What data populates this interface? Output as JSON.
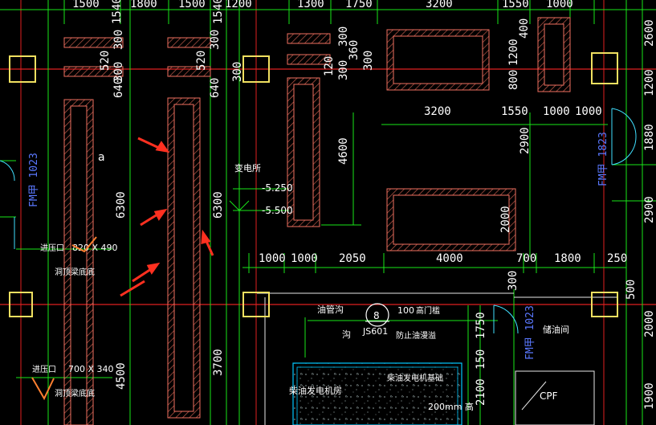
{
  "colors": {
    "background": "#000000",
    "dimension_line": "#19e619",
    "wall_outline": "#f07060",
    "hatch": "#c05a4a",
    "axis_line": "#e02020",
    "column": "#f0e060",
    "text": "#ffffff",
    "door_label": "#5a78ff",
    "door": "#40e0ff",
    "arrow": "#ff3020",
    "panel": "#00c8ff"
  },
  "top_dimensions": [
    "1500",
    "1540",
    "1800",
    "1500",
    "1540",
    "1200",
    "1300",
    "1750",
    "3200",
    "1550",
    "1000"
  ],
  "upper_vertical_dims": [
    "300",
    "520",
    "300",
    "640",
    "300",
    "520",
    "300",
    "640",
    "300",
    "120",
    "300",
    "360",
    "300",
    "400",
    "1200",
    "800"
  ],
  "middle_dimensions": [
    "3200",
    "1550",
    "1000",
    "1000"
  ],
  "pit_depth_dim": "4600",
  "pit_dim_2900": "2900",
  "pit_dim_2000": "2000",
  "lower_dimensions": [
    "1000",
    "1000",
    "2050",
    "4000",
    "700",
    "1800",
    "250"
  ],
  "right_dims": [
    "2600",
    "1200",
    "1880",
    "2900",
    "500",
    "2000",
    "1900"
  ],
  "left_long_dims": [
    "6300",
    "6300",
    "4500",
    "3700"
  ],
  "labels": {
    "transformer_room": "变电所",
    "elev_1": "-5.250",
    "elev_2": "-5.500",
    "shaft_1": "进压口",
    "shaft_1_size": "820 X 490",
    "shaft_1_note": "洞顶梁底底",
    "shaft_2": "进压口",
    "shaft_2_size": "700 X 340",
    "shaft_2_note": "洞顶梁底底",
    "letter_a": "a",
    "oil_pit": "油管沟",
    "pit_dim_100": "100",
    "pit_ladder": "高门槛",
    "grid_num": "8",
    "js601": "JS601",
    "js_note": "防止油漫溢",
    "dim_1750": "1750",
    "oil_room": "储油间",
    "generator_room": "柴油发电机房",
    "generator_room2": "柴油发电机基础",
    "curb_200": "200mm 高",
    "dim_2100": "2100",
    "dim_150": "150",
    "cpf": "CPF",
    "dim_300": "300",
    "left_ditch": "沟"
  },
  "doors": {
    "left": "FM甲 1023",
    "right_top": "FM甲 1823",
    "right_mid": "FM甲 1023"
  },
  "arrows": [
    "arrow-1",
    "arrow-2",
    "arrow-3",
    "arrow-4",
    "arrow-5"
  ]
}
